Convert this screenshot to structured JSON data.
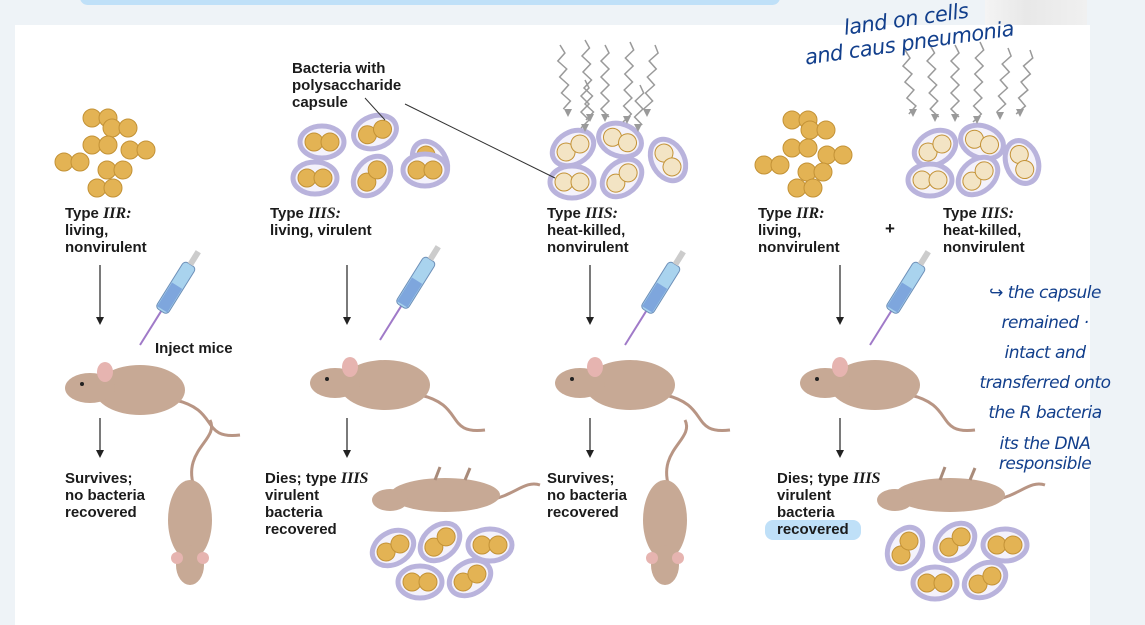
{
  "diagram": {
    "colors": {
      "bacteria_fill": "#e3b354",
      "capsule": "#b9b3dc",
      "heat_killed_fill": "#f3e4c4",
      "mouse": "#c7a995",
      "highlight": "#bfe0f8",
      "annotation": "#123f8c"
    },
    "capsule_label": [
      "Bacteria with",
      "polysaccharide",
      "capsule"
    ],
    "inject_label": "Inject mice",
    "plus": "+",
    "columns": [
      {
        "type_prefix": "Type ",
        "type_strain": "IIR:",
        "desc": [
          "living,",
          "nonvirulent"
        ],
        "outcome": [
          "Survives;",
          "no bacteria",
          "recovered"
        ]
      },
      {
        "type_prefix": "Type ",
        "type_strain": "IIIS:",
        "desc": [
          "living, virulent"
        ],
        "outcome_first": "Dies; type ",
        "outcome_strain": "IIIS",
        "outcome": [
          "virulent",
          "bacteria",
          "recovered"
        ]
      },
      {
        "type_prefix": "Type ",
        "type_strain": "IIIS:",
        "desc": [
          "heat-killed,",
          "nonvirulent"
        ],
        "outcome": [
          "Survives;",
          "no bacteria",
          "recovered"
        ]
      },
      {
        "type_prefix": "Type ",
        "type_strain": "IIR:",
        "desc": [
          "living,",
          "nonvirulent"
        ],
        "outcome_first": "Dies; type ",
        "outcome_strain": "IIIS",
        "outcome": [
          "virulent",
          "bacteria",
          "recovered"
        ]
      },
      {
        "type_prefix": "Type ",
        "type_strain": "IIIS:",
        "desc": [
          "heat-killed,",
          "nonvirulent"
        ]
      }
    ]
  },
  "annotations": {
    "top": [
      "land on cells",
      "and caus pneumonia"
    ],
    "side": [
      "↪ the capsule",
      "remained ·",
      "intact and",
      "transferred onto",
      "the R bacteria",
      "its the DNA",
      "responsible"
    ]
  }
}
